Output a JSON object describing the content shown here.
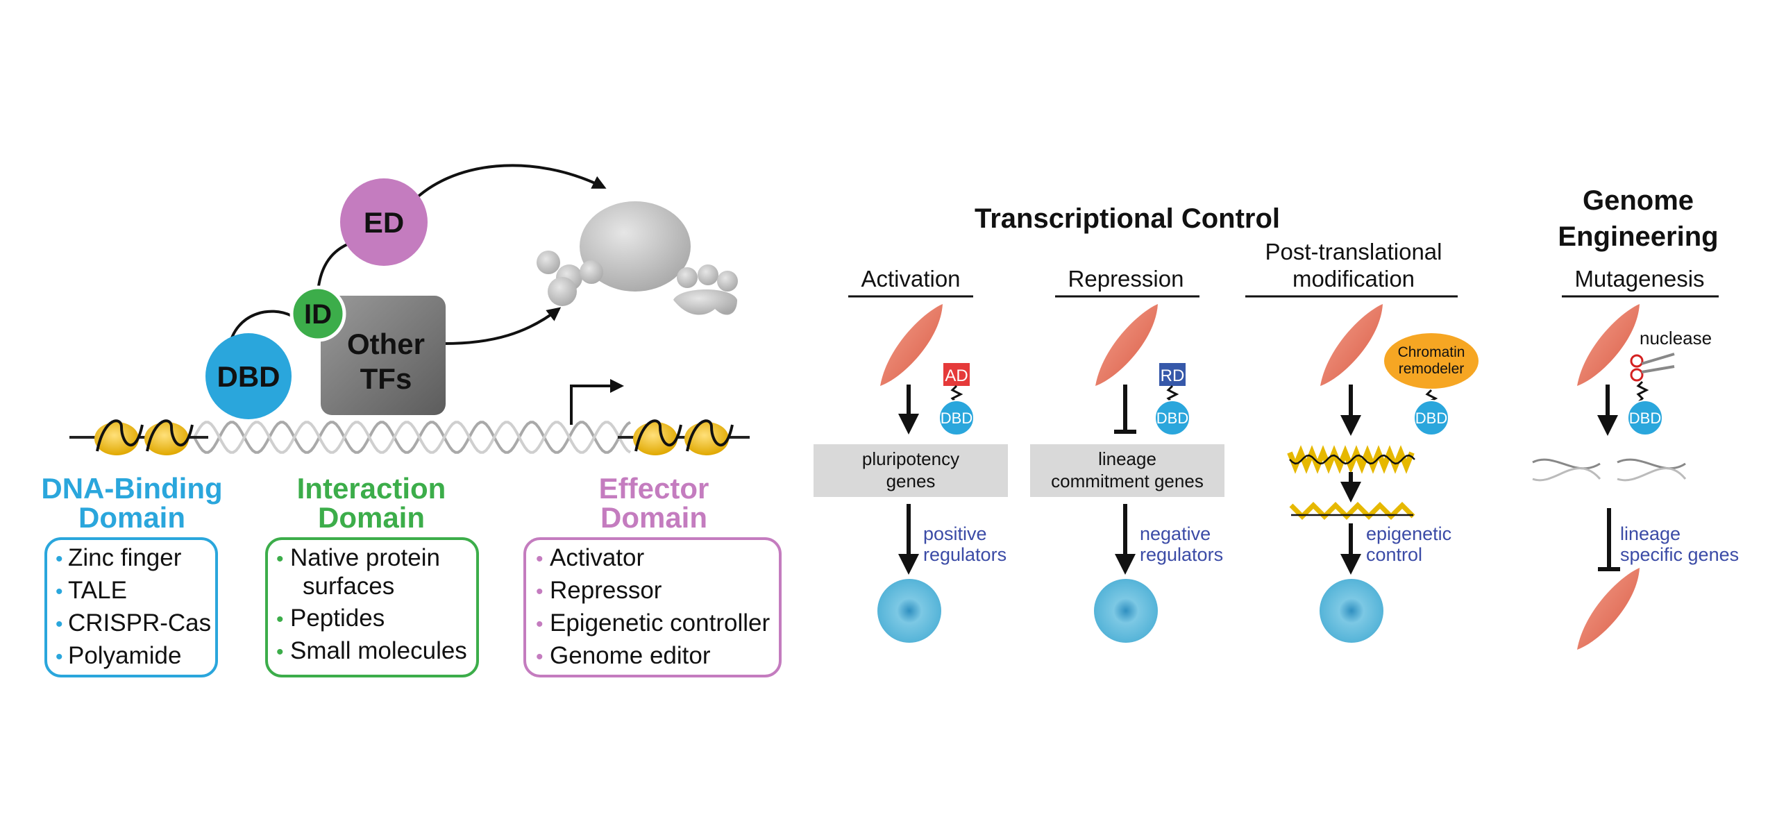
{
  "colors": {
    "dbd_blue": "#2aa6dc",
    "id_green": "#3cad4a",
    "ed_purple": "#c47cbf",
    "gray_box": "#7d7d7d",
    "nucleosome_yellow": "#f2c21a",
    "regulator_blue": "#3b4ba6",
    "ad_red": "#e53a3a",
    "rd_blue": "#3658a9",
    "chromatin_orange": "#f6a623",
    "cell_blue": "#5cb8d8",
    "fibroblast_red": "#e26e56"
  },
  "icons": [
    "dna-helix",
    "nucleosome",
    "arrow",
    "fibroblast-cell",
    "stem-cell",
    "scissors-icon",
    "protein-complex"
  ],
  "left_panel": {
    "circles": {
      "dbd": "DBD",
      "id": "ID",
      "ed": "ED"
    },
    "other_tfs": [
      "Other",
      "TFs"
    ],
    "domains": [
      {
        "title": [
          "DNA-Binding",
          "Domain"
        ],
        "items": [
          "Zinc finger",
          "TALE",
          "CRISPR-Cas",
          "Polyamide"
        ]
      },
      {
        "title": [
          "Interaction",
          "Domain"
        ],
        "items": [
          "Native protein",
          "surfaces",
          "Peptides",
          "Small molecules"
        ]
      },
      {
        "title": [
          "Effector",
          "Domain"
        ],
        "items": [
          "Activator",
          "Repressor",
          "Epigenetic controller",
          "Genome editor"
        ]
      }
    ]
  },
  "right_panel": {
    "transcriptional_title": "Transcriptional Control",
    "genome_title": [
      "Genome",
      "Engineering"
    ],
    "columns": [
      {
        "header": [
          "Activation"
        ],
        "tag": "AD",
        "dbd": "DBD",
        "box": [
          "pluripotency",
          "genes"
        ],
        "note": [
          "positive",
          "regulators"
        ]
      },
      {
        "header": [
          "Repression"
        ],
        "tag": "RD",
        "dbd": "DBD",
        "box": [
          "lineage",
          "commitment genes"
        ],
        "note": [
          "negative",
          "regulators"
        ]
      },
      {
        "header": [
          "Post-translational",
          "modification"
        ],
        "tag": [
          "Chromatin",
          "remodeler"
        ],
        "dbd": "DBD",
        "note": [
          "epigenetic",
          "control"
        ]
      },
      {
        "header": [
          "Mutagenesis"
        ],
        "tag": "nuclease",
        "dbd": "DBD",
        "note": [
          "lineage",
          "specific genes"
        ]
      }
    ]
  }
}
